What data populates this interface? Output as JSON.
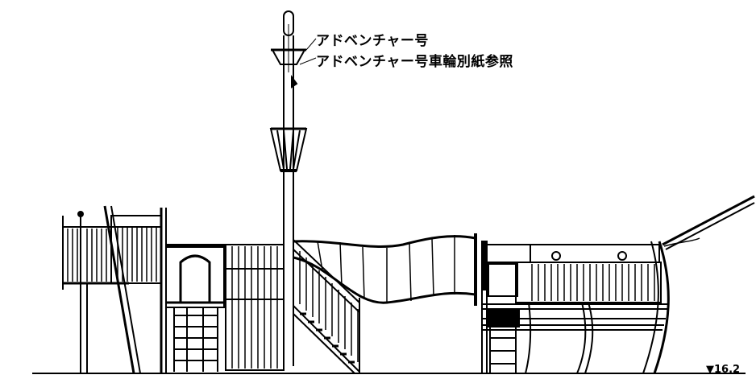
{
  "annotations": {
    "name_label": "アドベンチャー号",
    "wheel_label": "アドベンチャー号車輪別紙参照",
    "ground_level": "▼16.2"
  }
}
